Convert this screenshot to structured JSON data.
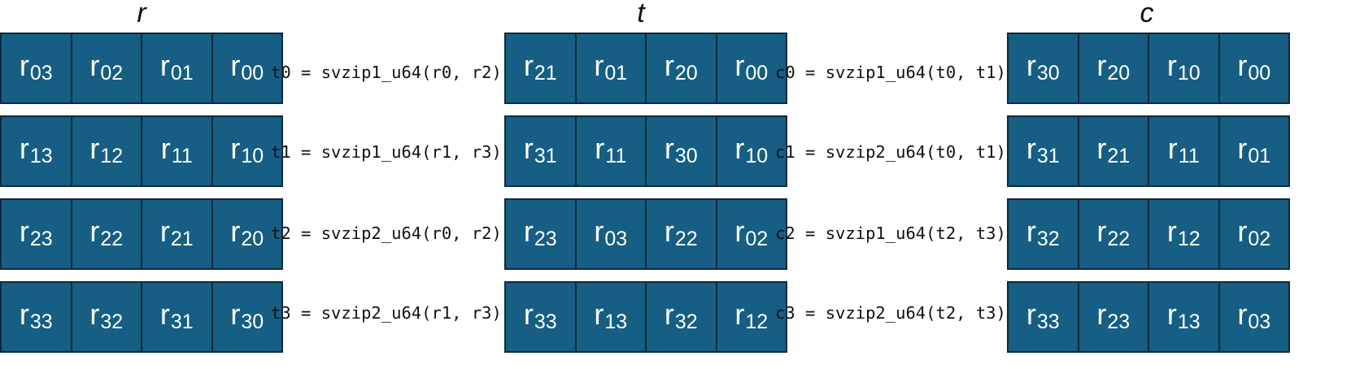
{
  "titles": {
    "r": "r",
    "t": "t",
    "c": "c"
  },
  "registers": {
    "r": [
      [
        {
          "b": "r",
          "s": "03"
        },
        {
          "b": "r",
          "s": "02"
        },
        {
          "b": "r",
          "s": "01"
        },
        {
          "b": "r",
          "s": "00"
        }
      ],
      [
        {
          "b": "r",
          "s": "13"
        },
        {
          "b": "r",
          "s": "12"
        },
        {
          "b": "r",
          "s": "11"
        },
        {
          "b": "r",
          "s": "10"
        }
      ],
      [
        {
          "b": "r",
          "s": "23"
        },
        {
          "b": "r",
          "s": "22"
        },
        {
          "b": "r",
          "s": "21"
        },
        {
          "b": "r",
          "s": "20"
        }
      ],
      [
        {
          "b": "r",
          "s": "33"
        },
        {
          "b": "r",
          "s": "32"
        },
        {
          "b": "r",
          "s": "31"
        },
        {
          "b": "r",
          "s": "30"
        }
      ]
    ],
    "t": [
      [
        {
          "b": "r",
          "s": "21"
        },
        {
          "b": "r",
          "s": "01"
        },
        {
          "b": "r",
          "s": "20"
        },
        {
          "b": "r",
          "s": "00"
        }
      ],
      [
        {
          "b": "r",
          "s": "31"
        },
        {
          "b": "r",
          "s": "11"
        },
        {
          "b": "r",
          "s": "30"
        },
        {
          "b": "r",
          "s": "10"
        }
      ],
      [
        {
          "b": "r",
          "s": "23"
        },
        {
          "b": "r",
          "s": "03"
        },
        {
          "b": "r",
          "s": "22"
        },
        {
          "b": "r",
          "s": "02"
        }
      ],
      [
        {
          "b": "r",
          "s": "33"
        },
        {
          "b": "r",
          "s": "13"
        },
        {
          "b": "r",
          "s": "32"
        },
        {
          "b": "r",
          "s": "12"
        }
      ]
    ],
    "c": [
      [
        {
          "b": "r",
          "s": "30"
        },
        {
          "b": "r",
          "s": "20"
        },
        {
          "b": "r",
          "s": "10"
        },
        {
          "b": "r",
          "s": "00"
        }
      ],
      [
        {
          "b": "r",
          "s": "31"
        },
        {
          "b": "r",
          "s": "21"
        },
        {
          "b": "r",
          "s": "11"
        },
        {
          "b": "r",
          "s": "01"
        }
      ],
      [
        {
          "b": "r",
          "s": "32"
        },
        {
          "b": "r",
          "s": "22"
        },
        {
          "b": "r",
          "s": "12"
        },
        {
          "b": "r",
          "s": "02"
        }
      ],
      [
        {
          "b": "r",
          "s": "33"
        },
        {
          "b": "r",
          "s": "23"
        },
        {
          "b": "r",
          "s": "13"
        },
        {
          "b": "r",
          "s": "03"
        }
      ]
    ]
  },
  "ops": {
    "t": [
      "t0 = svzip1_u64(r0, r2)",
      "t1 = svzip1_u64(r1, r3)",
      "t2 = svzip2_u64(r0, r2)",
      "t3 = svzip2_u64(r1, r3)"
    ],
    "c": [
      "c0 = svzip1_u64(t0, t1)",
      "c1 = svzip2_u64(t0, t1)",
      "c2 = svzip1_u64(t2, t3)",
      "c3 = svzip2_u64(t2, t3)"
    ]
  },
  "colors": {
    "cell_fill": "#165e83",
    "cell_border": "#0f2a3a",
    "cell_text": "#ffffff",
    "text": "#111111"
  }
}
